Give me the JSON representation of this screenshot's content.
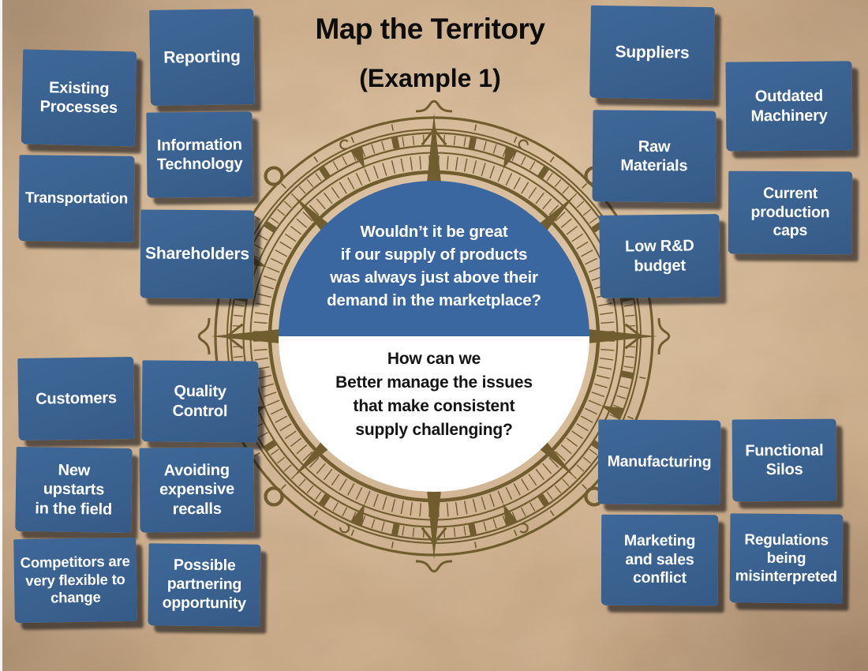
{
  "title": {
    "line1": "Map the Territory",
    "line2": "(Example 1)"
  },
  "center_circle": {
    "vision_text": "Wouldn’t it be great\nif our supply of products\nwas always just above their\ndemand in the marketplace?",
    "question_text": "How can we\nBetter manage the issues\nthat make consistent\nsupply challenging?",
    "vision_bg": "#3a67a0",
    "question_bg": "#ffffff",
    "vision_text_color": "#ffffff",
    "question_text_color": "#141414"
  },
  "colors": {
    "note_bg": "#3a618f",
    "note_text": "#ffffff",
    "compass_ink": "#6a5729",
    "title_text": "#0d0d0d",
    "parchment_mid": "#cbaa87"
  },
  "icons": [
    {
      "name": "compass-rose-icon",
      "meaning": "decorative compass rose behind the central circle"
    }
  ],
  "notes": [
    {
      "id": "existing-processes",
      "label": "Existing\nProcesses"
    },
    {
      "id": "reporting",
      "label": "Reporting"
    },
    {
      "id": "transportation",
      "label": "Transportation"
    },
    {
      "id": "information-technology",
      "label": "Information\nTechnology"
    },
    {
      "id": "shareholders",
      "label": "Shareholders"
    },
    {
      "id": "customers",
      "label": "Customers"
    },
    {
      "id": "quality-control",
      "label": "Quality\nControl"
    },
    {
      "id": "new-upstarts",
      "label": "New\nupstarts\nin the field"
    },
    {
      "id": "avoiding-recalls",
      "label": "Avoiding\nexpensive\nrecalls"
    },
    {
      "id": "competitors-flexible",
      "label": "Competitors are\nvery flexible to\nchange"
    },
    {
      "id": "possible-partnering",
      "label": "Possible\npartnering\nopportunity"
    },
    {
      "id": "suppliers",
      "label": "Suppliers"
    },
    {
      "id": "outdated-machinery",
      "label": "Outdated\nMachinery"
    },
    {
      "id": "raw-materials",
      "label": "Raw\nMaterials"
    },
    {
      "id": "current-production-caps",
      "label": "Current\nproduction\ncaps"
    },
    {
      "id": "low-rd-budget",
      "label": "Low R&D\nbudget"
    },
    {
      "id": "manufacturing",
      "label": "Manufacturing"
    },
    {
      "id": "functional-silos",
      "label": "Functional\nSilos"
    },
    {
      "id": "marketing-sales-conflict",
      "label": "Marketing\nand sales\nconflict"
    },
    {
      "id": "regulations-misinterpreted",
      "label": "Regulations\nbeing\nmisinterpreted"
    }
  ]
}
